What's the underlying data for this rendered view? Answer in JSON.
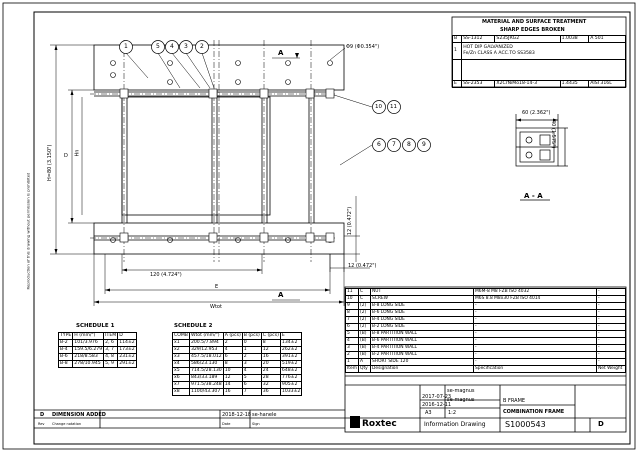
{
  "material_box": {
    "title": "MATERIAL AND SURFACE TREATMENT",
    "subtitle": "SHARP EDGES BROKEN",
    "rows": [
      {
        "c1": "B",
        "c2": "SS-1312",
        "c3": "S235JRG2",
        "c4": "1.0038",
        "c5": "A 501"
      },
      {
        "c1": "1",
        "c2": "HOT DIP GALVANIZED",
        "c3": "Fe/Zn CLASS A ACC.TO SS3583",
        "c4": "",
        "c5": ""
      },
      {
        "c1": "E",
        "c2": "SS-2353",
        "c3": "X2CrNiMo18-14-3",
        "c4": "1.4435",
        "c5": "AISI 316L"
      }
    ]
  },
  "drawing": {
    "dim_hole": "Φ9 (Φ0.354\")",
    "dim_h_label": "H=80 (3.150\")",
    "dim_hn": "Hn",
    "dim_d": "D",
    "dim_w": "Wtot",
    "dim_120": "120 (4.724\")",
    "dim_12_v": "12 (0.472\")",
    "dim_12_h": "12 (0.472\")",
    "section_mark": "A",
    "balloons": [
      "1",
      "5",
      "4",
      "3",
      "2",
      "10",
      "11",
      "6",
      "7",
      "8",
      "9"
    ]
  },
  "section": {
    "dim_60": "60 (2.362\")",
    "dim_v": "40 (1.575\")",
    "label": "A - A"
  },
  "schedule1": {
    "title": "SCHEDULE 1",
    "headers": [
      "TYPE",
      "H (mm/\")",
      "ITEM",
      "D"
    ],
    "rows": [
      [
        "B-2",
        "101/3.976",
        "2, 6",
        "114±2"
      ],
      [
        "B-4",
        "159.5/6.279",
        "3, 7",
        "173±2"
      ],
      [
        "B-6",
        "218/8.583",
        "4, 8",
        "231±2"
      ],
      [
        "B-8",
        "278/10.945",
        "5, 9",
        "291±2"
      ]
    ]
  },
  "schedule2": {
    "title": "SCHEDULE 2",
    "headers": [
      "COMB",
      "Wtot (mm/\")",
      "A (pcs)",
      "B (pcs)",
      "C (pcs)",
      "E"
    ],
    "rows": [
      [
        "x1",
        "200.5/7.894",
        "2",
        "0",
        "8",
        "134±2"
      ],
      [
        "x2",
        "329/12.953",
        "4",
        "1",
        "12",
        "262±2"
      ],
      [
        "x3",
        "457.5/18.012",
        "6",
        "2",
        "16",
        "391±2"
      ],
      [
        "x4",
        "586/23.130",
        "8",
        "3",
        "20",
        "519±2"
      ],
      [
        "x5",
        "714.5/28.130",
        "10",
        "4",
        "24",
        "648±2"
      ],
      [
        "x6",
        "843/33.189",
        "12",
        "5",
        "28",
        "776±2"
      ],
      [
        "x7",
        "971.5/38.248",
        "14",
        "6",
        "32",
        "905±2"
      ],
      [
        "x8",
        "1100/43.307",
        "16",
        "7",
        "36",
        "1033±2"
      ]
    ]
  },
  "bom": {
    "rows": [
      [
        "11",
        "C",
        "NUT",
        "M6M-8 M8 FZB ISO 4032",
        "-"
      ],
      [
        "10",
        "C",
        "SCREW",
        "M6S 8.8 M8x30 FZB ISO 4014",
        "-"
      ],
      [
        "9",
        "(2)",
        "B-8 LONG SIDE",
        "-",
        "-"
      ],
      [
        "8",
        "(2)",
        "B-6 LONG SIDE",
        "-",
        "-"
      ],
      [
        "7",
        "(2)",
        "B-4 LONG SIDE",
        "-",
        "-"
      ],
      [
        "6",
        "(2)",
        "B-2 LONG SIDE",
        "-",
        "-"
      ],
      [
        "5",
        "(B)",
        "B-8 PARTITION WALL",
        "-",
        "-"
      ],
      [
        "4",
        "(B)",
        "B-6 PARTITION WALL",
        "-",
        "-"
      ],
      [
        "3",
        "(B)",
        "B-4 PARTITION WALL",
        "-",
        "-"
      ],
      [
        "2",
        "(B)",
        "B-2 PARTITION WALL",
        "-",
        "-"
      ],
      [
        "1",
        "A",
        "SHORT SIDE 120",
        "-",
        "-"
      ]
    ],
    "headers": [
      "Item",
      "Qty",
      "Designation",
      "Specification",
      "Net Weight"
    ]
  },
  "title_block": {
    "company": "Roxtec",
    "drawn_by": "se-magnus",
    "checked_by": "se-magnus",
    "date1": "2017-07-23",
    "date2": "2016-12-11",
    "size": "A3",
    "scale": "1:2",
    "product": "B FRAME",
    "name": "COMBINATION FRAME",
    "info": "Information Drawing",
    "number": "S1000543",
    "rev": "D"
  },
  "revision": {
    "letter": "D",
    "text": "DIMENSION ADDED",
    "date": "2018-12-18",
    "by": "se-hanele",
    "h1": "Rev",
    "h2": "Change notation",
    "h3": "Date",
    "h4": "Sign"
  },
  "side_text": "Reproduction of this drawing without permission is prohibited"
}
